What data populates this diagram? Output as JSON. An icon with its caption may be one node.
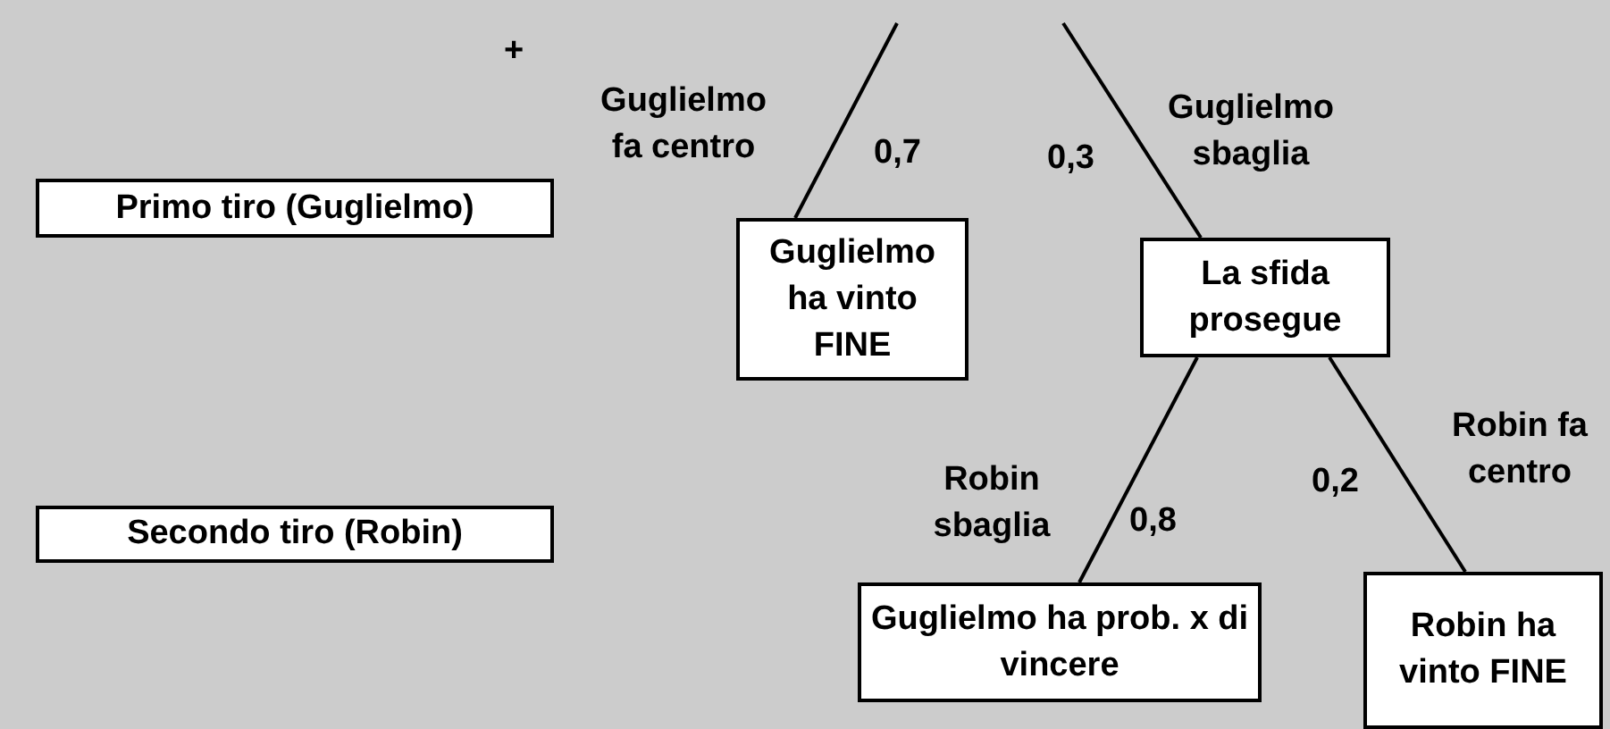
{
  "diagram": {
    "nodes": [
      {
        "text": [
          "Primo tiro (Guglielmo)"
        ]
      },
      {
        "text": [
          "Secondo tiro (Robin)"
        ]
      },
      {
        "text": [
          "Guglielmo ha vinto FINE"
        ]
      },
      {
        "text": [
          "La sfida prosegue"
        ]
      },
      {
        "text": [
          "Guglielmo ha prob. x di vincere"
        ]
      },
      {
        "text": [
          "Robin ha vinto FINE"
        ]
      }
    ],
    "edges": [
      {
        "from": null,
        "to": 2,
        "arrow": "none",
        "label": "Guglielmo fa centro"
      },
      {
        "from": null,
        "to": 3,
        "arrow": "none",
        "label": "Guglielmo sbaglia"
      },
      {
        "from": 3,
        "to": 4,
        "arrow": "none",
        "label": "Robin sbaglia"
      },
      {
        "from": 3,
        "to": 5,
        "arrow": "none",
        "label": "Robin fa centro"
      }
    ],
    "labels": [
      "+",
      "0,7",
      "0,3",
      "0,8",
      "0,2"
    ]
  }
}
